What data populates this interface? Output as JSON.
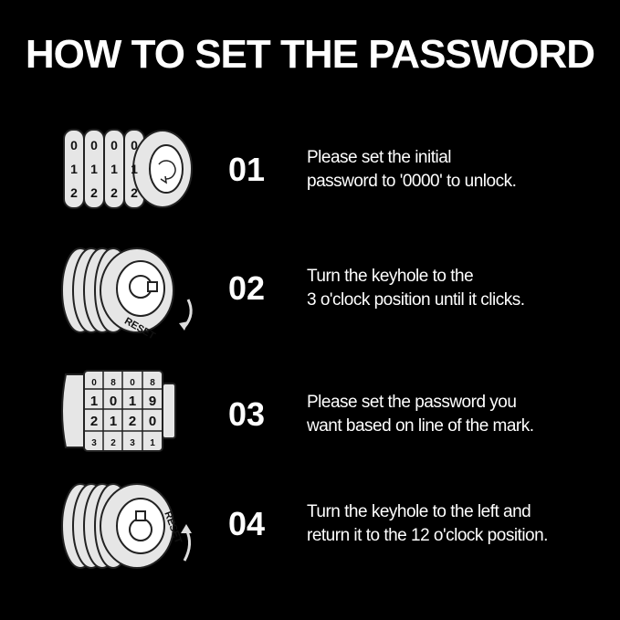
{
  "title": "HOW TO SET THE PASSWORD",
  "colors": {
    "background": "#000000",
    "text": "#ffffff",
    "lock_fill": "#e6e6e6",
    "lock_line": "#222222"
  },
  "steps": [
    {
      "number": "01",
      "lines": [
        "Please set the initial",
        "password to '0000' to unlock."
      ],
      "icon": "lock-side-view-icon",
      "dial_digits": [
        "0",
        "0",
        "0",
        "0",
        "1",
        "1",
        "1",
        "1",
        "2",
        "2",
        "2",
        "2"
      ]
    },
    {
      "number": "02",
      "lines": [
        "Turn the keyhole  to the",
        "3 o'clock position until it clicks."
      ],
      "icon": "lock-keyhole-reset-icon",
      "dial_text": "RESET"
    },
    {
      "number": "03",
      "lines": [
        "Please set the password you",
        "want based on line of the mark."
      ],
      "icon": "lock-front-view-icon",
      "dial_digits": [
        "0",
        "8",
        "0",
        "8",
        "1",
        "0",
        "1",
        "9",
        "2",
        "1",
        "2",
        "0",
        "3",
        "2",
        "3",
        "1"
      ]
    },
    {
      "number": "04",
      "lines": [
        "Turn the keyhole to the left and",
        "return it to the 12 o'clock position."
      ],
      "icon": "lock-keyhole-return-icon",
      "dial_text": "RESET"
    }
  ]
}
